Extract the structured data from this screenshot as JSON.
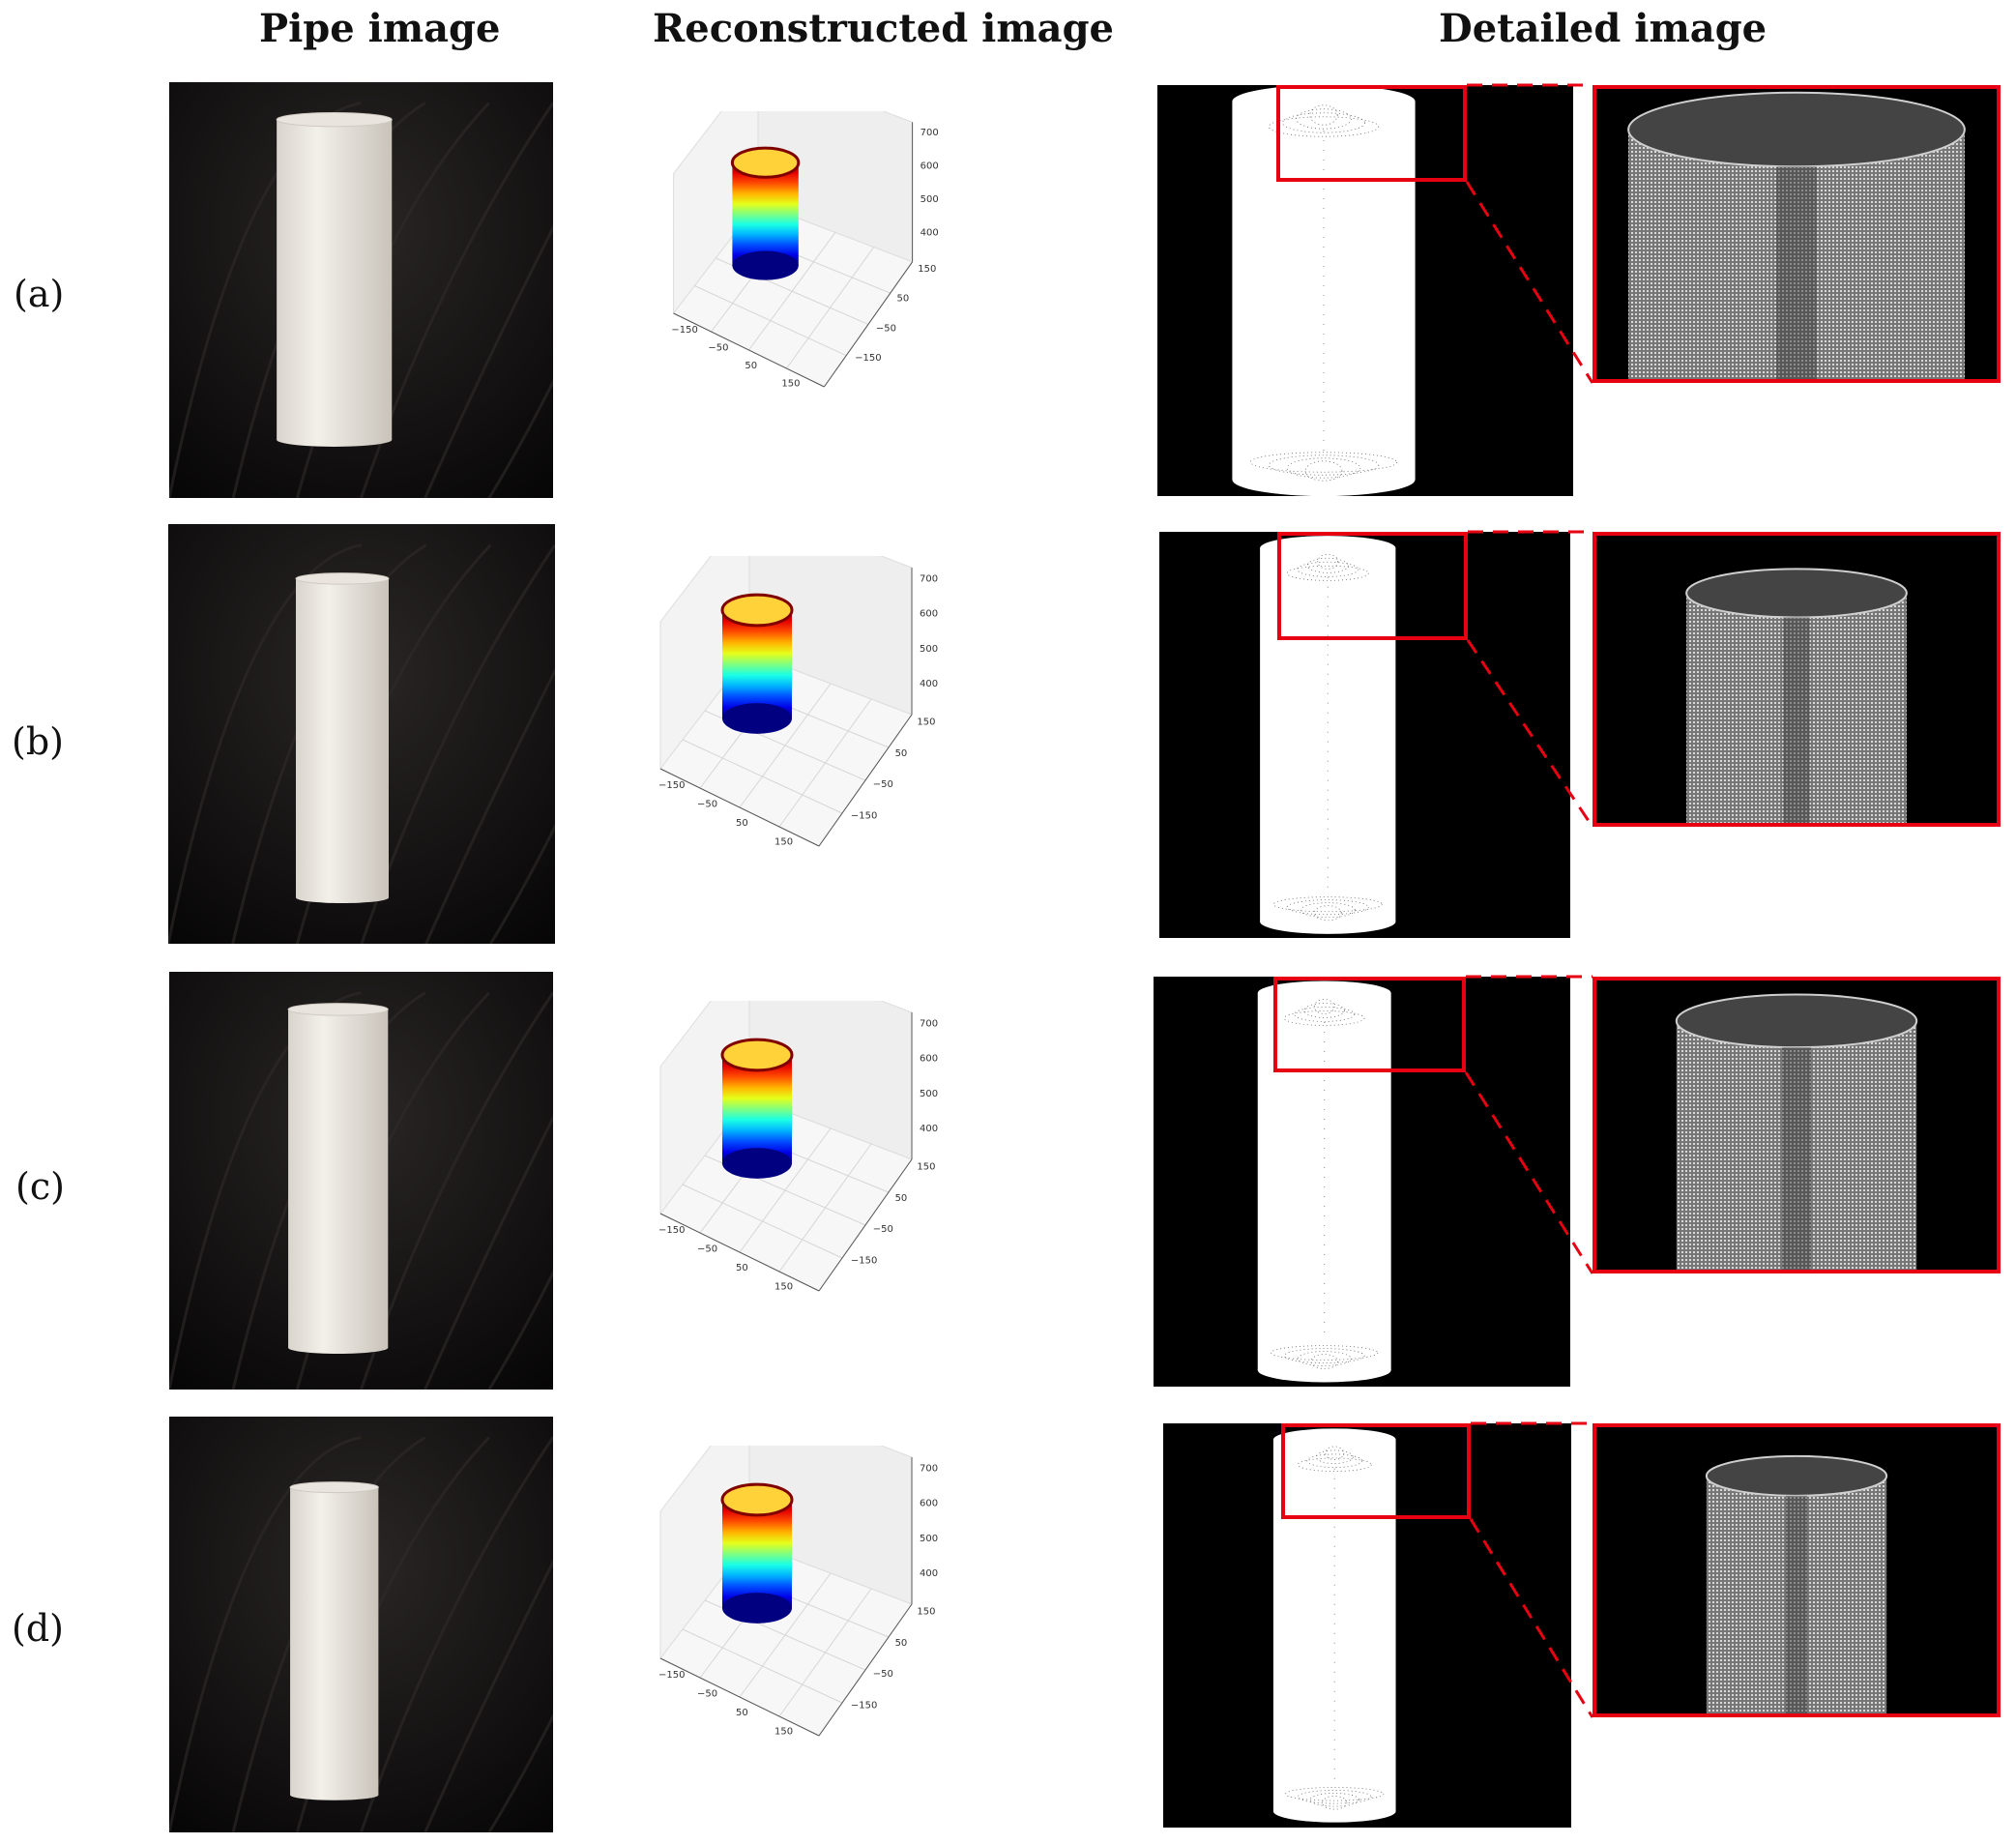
{
  "headers": {
    "pipe_image": "Pipe image",
    "reconstructed_image": "Reconstructed image",
    "detailed_image": "Detailed image"
  },
  "rows": [
    {
      "label": "(a)"
    },
    {
      "label": "(b)"
    },
    {
      "label": "(c)"
    },
    {
      "label": "(d)"
    }
  ],
  "plot_ticks": {
    "x": [
      "−150",
      "−50",
      "50",
      "150"
    ],
    "y": [
      "150",
      "50",
      "−50",
      "−150"
    ],
    "z": [
      "700",
      "600",
      "500",
      "400"
    ]
  },
  "colors": {
    "highlight": "#e60012",
    "colormap": "jet"
  }
}
